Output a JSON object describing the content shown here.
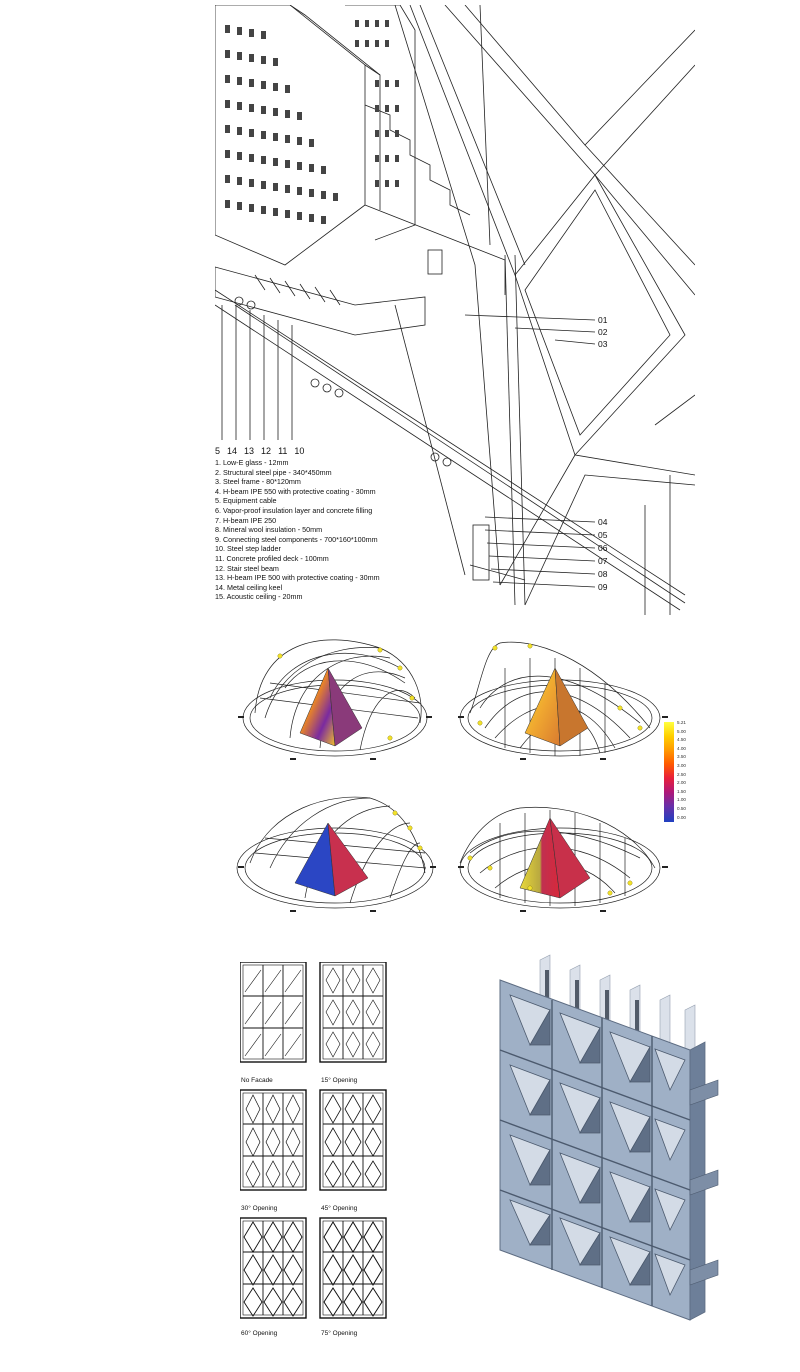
{
  "section_1": {
    "callouts_right": [
      "01",
      "02",
      "03",
      "04",
      "05",
      "06",
      "07",
      "08",
      "09"
    ],
    "callouts_bottom": [
      "5",
      "14",
      "13",
      "12",
      "11",
      "10"
    ],
    "legend": [
      "1. Low-E glass - 12mm",
      "2. Structural steel pipe - 340*450mm",
      "3. Steel frame - 80*120mm",
      "4. H-beam IPE 550 with protective coating - 30mm",
      "5. Equipment cable",
      "6. Vapor-proof insulation layer and concrete filling",
      "7. H-beam IPE 250",
      "8. Mineral wool insulation - 50mm",
      "9. Connecting steel components - 700*160*100mm",
      "10. Steel step ladder",
      "11. Concrete profiled deck - 100mm",
      "12. Stair steel beam",
      "13. H-beam IPE 500 with protective coating - 30mm",
      "14. Metal ceiling keel",
      "15. Acoustic ceiling - 20mm"
    ]
  },
  "section_2": {
    "scale_ticks": [
      "5.21",
      "5.00",
      "4.50",
      "4.00",
      "3.50",
      "3.00",
      "2.50",
      "2.00",
      "1.50",
      "1.00",
      "0.50",
      "0.00"
    ],
    "colors": {
      "yellow": "#f2e22a",
      "orange": "#f08a20",
      "red": "#d8283a",
      "purple": "#7a2aa0",
      "blue": "#2b46c4"
    }
  },
  "section_3": {
    "captions": [
      "No Facade",
      "15° Opening",
      "30° Opening",
      "45° Opening",
      "60° Opening",
      "75° Opening"
    ],
    "colors": {
      "facade": "#9fb0c6",
      "facade_dark": "#6d7f99",
      "facade_light": "#d3dbe6"
    }
  }
}
